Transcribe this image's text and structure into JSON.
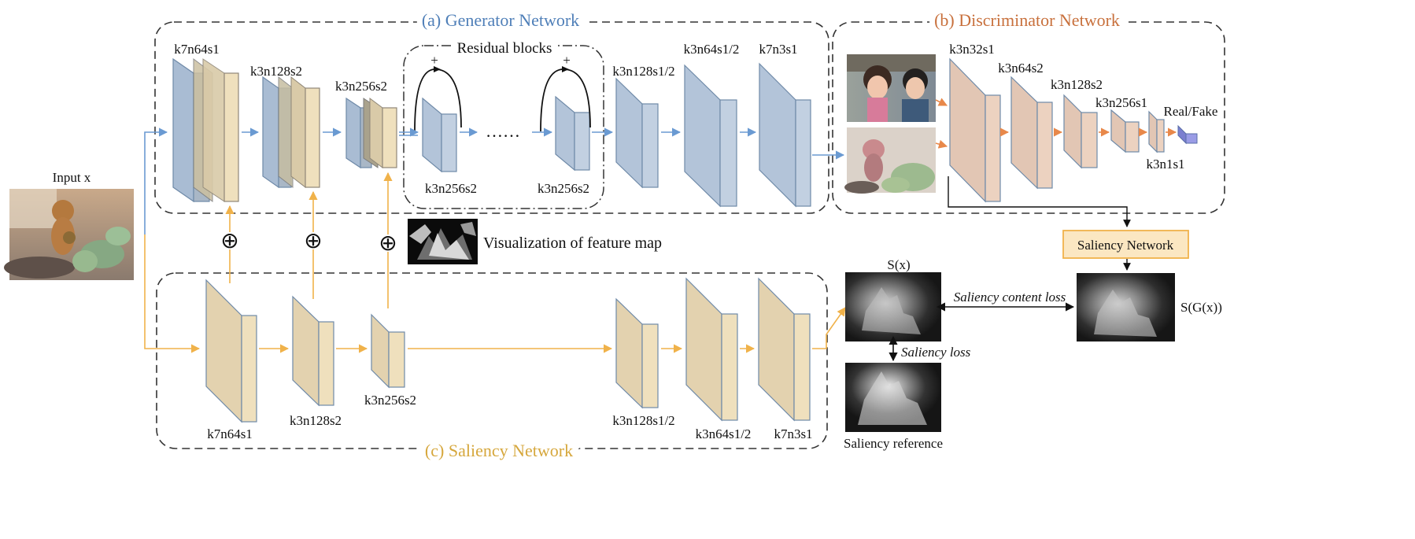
{
  "colors": {
    "generator": "#4f7fb8",
    "discriminator": "#c8703c",
    "saliency": "#d6a73c",
    "blue_block": "#b9c9dc",
    "tan_block": "#e6d5b2",
    "pink_block": "#e7c9b8",
    "block_edge": "#6f8aa8",
    "gen_arrow": "#6a9ad2",
    "sal_arrow": "#f0b24a",
    "disc_arrow": "#e8884a",
    "saliency_box_fill": "#fbe7c2",
    "saliency_box_stroke": "#f0b24a"
  },
  "titles": {
    "generator": "(a) Generator Network",
    "discriminator": "(b) Discriminator Network",
    "saliency": "(c) Saliency Network",
    "residual": "Residual blocks"
  },
  "generator_labels": [
    "k7n64s1",
    "k3n128s2",
    "k3n256s2",
    "k3n256s2",
    "k3n256s2",
    "k3n128s1/2",
    "k3n64s1/2",
    "k7n3s1"
  ],
  "residual": {
    "plus": "+",
    "ellipsis": "……"
  },
  "discriminator_labels": [
    "k3n32s1",
    "k3n64s2",
    "k3n128s2",
    "k3n256s1",
    "k3n1s1",
    "Real/Fake"
  ],
  "saliency_labels": [
    "k7n64s1",
    "k3n128s2",
    "k3n256s2",
    "k3n128s1/2",
    "k3n64s1/2",
    "k7n3s1"
  ],
  "misc": {
    "input": "Input x",
    "oplus": "⊕",
    "feature_map": "Visualization of feature map",
    "saliency_network_box": "Saliency Network",
    "sx": "S(x)",
    "sgx": "S(G(x))",
    "content_loss": "Saliency content loss",
    "saliency_loss": "Saliency loss",
    "saliency_reference": "Saliency reference"
  },
  "images": {
    "input_photo": "input-photo",
    "anime_frame": "anime-frame",
    "generated_photo": "generated-photo",
    "feature_map": "feature-map-thumbnail",
    "sx_map": "saliency-map-sx",
    "sgx_map": "saliency-map-sgx",
    "reference_map": "saliency-reference-map"
  }
}
